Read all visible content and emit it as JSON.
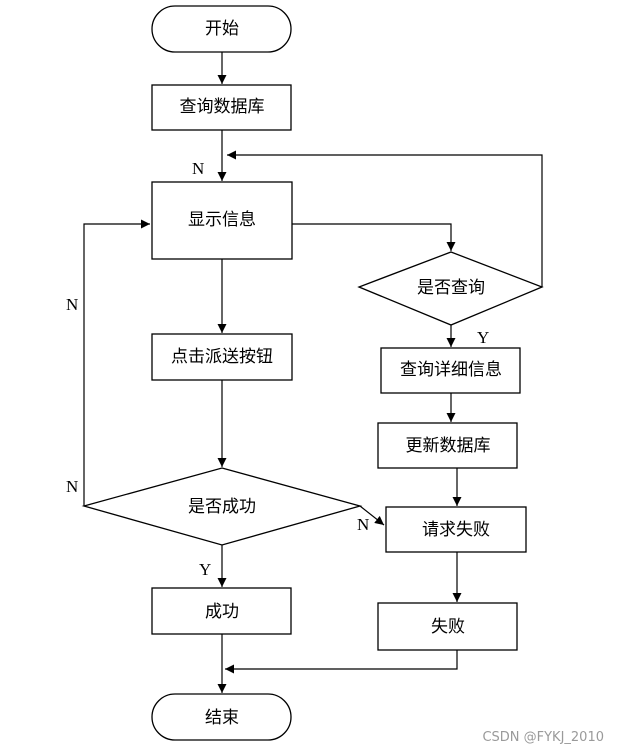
{
  "nodes": {
    "start": "开始",
    "query_db": "查询数据库",
    "show_info": "显示信息",
    "is_query": "是否查询",
    "click_dispatch": "点击派送按钮",
    "query_detail": "查询详细信息",
    "update_db": "更新数据库",
    "is_success": "是否成功",
    "request_fail": "请求失败",
    "success": "成功",
    "fail": "失败",
    "end": "结束"
  },
  "edge_labels": {
    "n_into_show": "N",
    "y_query": "Y",
    "n_loop_left_upper": "N",
    "n_loop_left_lower": "N",
    "n_to_request_fail": "N",
    "y_success": "Y"
  },
  "watermark": "CSDN @FYKJ_2010"
}
